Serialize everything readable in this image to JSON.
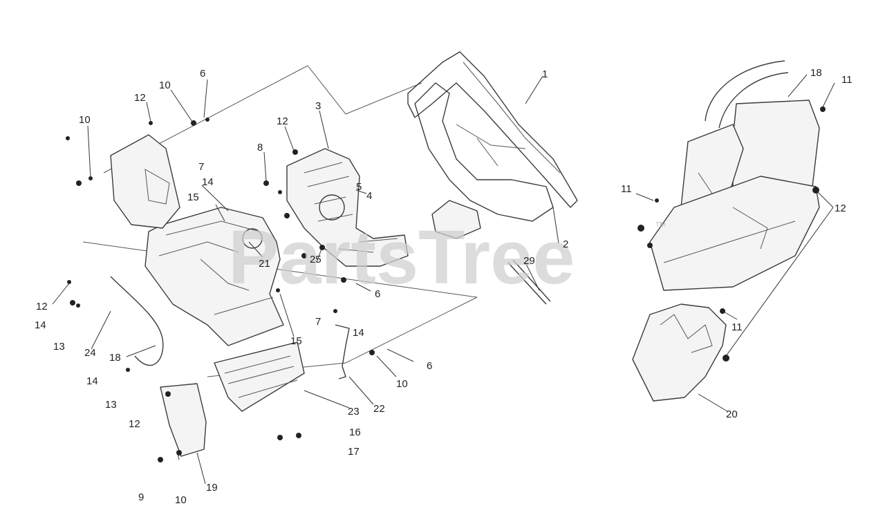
{
  "watermark": {
    "text": "PartsTree",
    "tm": "TM"
  },
  "callouts": [
    {
      "id": "c1",
      "text": "1"
    },
    {
      "id": "c2",
      "text": "2"
    },
    {
      "id": "c3",
      "text": "3"
    },
    {
      "id": "c4",
      "text": "4"
    },
    {
      "id": "c5",
      "text": "5"
    },
    {
      "id": "c6a",
      "text": "6"
    },
    {
      "id": "c6b",
      "text": "6"
    },
    {
      "id": "c6c",
      "text": "6"
    },
    {
      "id": "c7a",
      "text": "7"
    },
    {
      "id": "c7b",
      "text": "7"
    },
    {
      "id": "c8",
      "text": "8"
    },
    {
      "id": "c9",
      "text": "9"
    },
    {
      "id": "c10a",
      "text": "10"
    },
    {
      "id": "c10b",
      "text": "10"
    },
    {
      "id": "c10c",
      "text": "10"
    },
    {
      "id": "c10d",
      "text": "10"
    },
    {
      "id": "c11a",
      "text": "11"
    },
    {
      "id": "c11b",
      "text": "11"
    },
    {
      "id": "c11c",
      "text": "11"
    },
    {
      "id": "c12a",
      "text": "12"
    },
    {
      "id": "c12b",
      "text": "12"
    },
    {
      "id": "c12c",
      "text": "12"
    },
    {
      "id": "c12d",
      "text": "12"
    },
    {
      "id": "c12e",
      "text": "12"
    },
    {
      "id": "c13a",
      "text": "13"
    },
    {
      "id": "c13b",
      "text": "13"
    },
    {
      "id": "c14a",
      "text": "14"
    },
    {
      "id": "c14b",
      "text": "14"
    },
    {
      "id": "c14c",
      "text": "14"
    },
    {
      "id": "c14d",
      "text": "14"
    },
    {
      "id": "c15a",
      "text": "15"
    },
    {
      "id": "c15b",
      "text": "15"
    },
    {
      "id": "c16",
      "text": "16"
    },
    {
      "id": "c17",
      "text": "17"
    },
    {
      "id": "c18a",
      "text": "18"
    },
    {
      "id": "c18b",
      "text": "18"
    },
    {
      "id": "c19",
      "text": "19"
    },
    {
      "id": "c20",
      "text": "20"
    },
    {
      "id": "c21",
      "text": "21"
    },
    {
      "id": "c22",
      "text": "22"
    },
    {
      "id": "c23",
      "text": "23"
    },
    {
      "id": "c24",
      "text": "24"
    },
    {
      "id": "c25",
      "text": "25"
    },
    {
      "id": "c29",
      "text": "29"
    }
  ]
}
